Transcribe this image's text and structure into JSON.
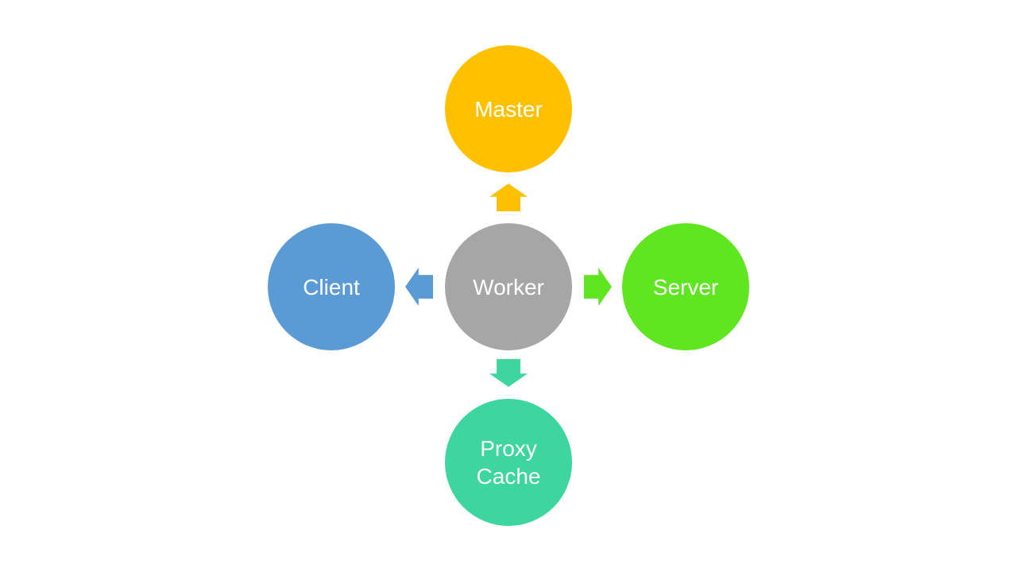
{
  "diagram": {
    "background": "#FFFFFF",
    "label_text_color": "#FFFFFF",
    "center_node": {
      "label": "Worker",
      "color": "#A6A6A6",
      "position": "center"
    },
    "nodes": [
      {
        "id": "master",
        "label": "Master",
        "color": "#FFC000",
        "position": "top",
        "arrow_from_center": "up"
      },
      {
        "id": "client",
        "label": "Client",
        "color": "#5B9BD5",
        "position": "left",
        "arrow_from_center": "left"
      },
      {
        "id": "server",
        "label": "Server",
        "color": "#5FE621",
        "position": "right",
        "arrow_from_center": "right"
      },
      {
        "id": "proxy-cache",
        "label": "Proxy Cache",
        "color": "#3DD69E",
        "position": "bottom",
        "arrow_from_center": "down"
      }
    ]
  }
}
